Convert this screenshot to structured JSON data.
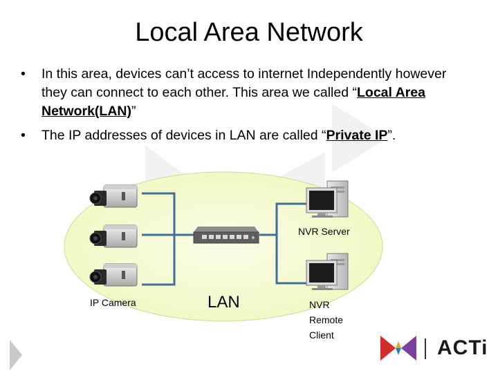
{
  "title": "Local Area Network",
  "bullets": [
    {
      "prefix": "In this area, devices can’t access to internet Independently however they can connect to each other. This area we called “",
      "emphasis": "Local Area Network(LAN)",
      "suffix": "”"
    },
    {
      "prefix": "The IP addresses of devices in LAN are called “",
      "emphasis": "Private IP",
      "suffix": "”."
    }
  ],
  "diagram": {
    "camera_label": "IP Camera",
    "lan_label": "LAN",
    "server_label": "NVR Server",
    "client_label_lines": [
      "NVR",
      "Remote",
      "Client"
    ],
    "icons": [
      "camera-icon",
      "network-switch-icon",
      "computer-icon"
    ],
    "colors": {
      "lan_area": "#f2f8c4",
      "link": "#3f6e98"
    }
  },
  "logo": {
    "text": "ACTi"
  }
}
